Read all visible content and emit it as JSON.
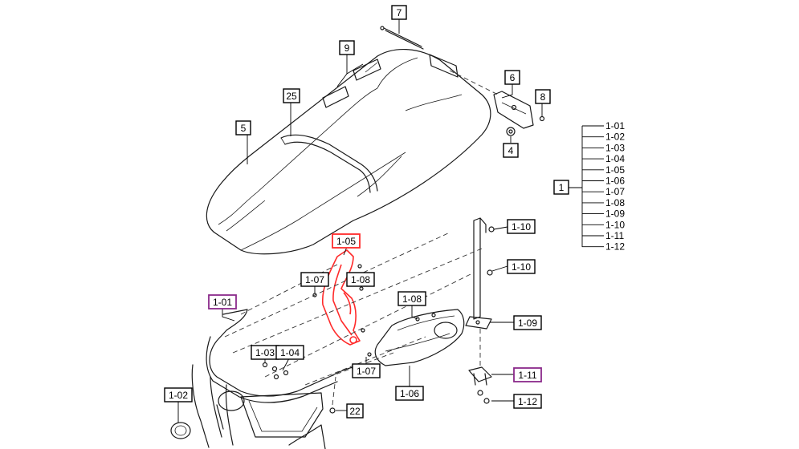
{
  "callouts": {
    "c7": "7",
    "c9": "9",
    "c25": "25",
    "c5": "5",
    "c6": "6",
    "c8": "8",
    "c4": "4",
    "c1_05": "1-05",
    "c1_07a": "1-07",
    "c1_08a": "1-08",
    "c1_01": "1-01",
    "c1_03": "1-03",
    "c1_04": "1-04",
    "c1_08b": "1-08",
    "c1_07b": "1-07",
    "c1_06": "1-06",
    "c1_02": "1-02",
    "c22": "22",
    "c1_10a": "1-10",
    "c1_10b": "1-10",
    "c1_09": "1-09",
    "c1_11": "1-11",
    "c1_12": "1-12"
  },
  "assembly_index": {
    "parent": "1",
    "children": [
      "1-01",
      "1-02",
      "1-03",
      "1-04",
      "1-05",
      "1-06",
      "1-07",
      "1-08",
      "1-09",
      "1-10",
      "1-11",
      "1-12"
    ]
  },
  "highlight_colors": {
    "selected": "#ff2a2a",
    "marked": "#8a2a8a"
  }
}
